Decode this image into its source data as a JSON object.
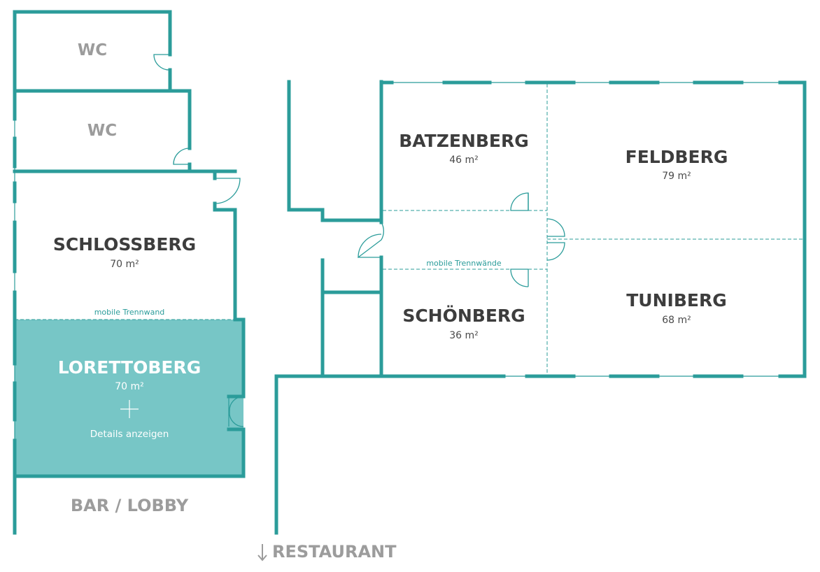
{
  "rooms": {
    "wc_top": {
      "name": "WC"
    },
    "wc_bottom": {
      "name": "WC"
    },
    "schlossberg": {
      "name": "SCHLOSSBERG",
      "area": "70 m²"
    },
    "lorettoberg": {
      "name": "LORETTOBERG",
      "area": "70 m²",
      "details": "Details anzeigen",
      "selected": true
    },
    "batzenberg": {
      "name": "BATZENBERG",
      "area": "46 m²"
    },
    "feldberg": {
      "name": "FELDBERG",
      "area": "79 m²"
    },
    "schoenberg": {
      "name": "SCHÖNBERG",
      "area": "36 m²"
    },
    "tuniberg": {
      "name": "TUNIBERG",
      "area": "68 m²"
    }
  },
  "hints": {
    "left_partition": "mobile Trennwand",
    "right_partitions": "mobile Trennwände"
  },
  "areas": {
    "bar_lobby": "BAR / LOBBY",
    "restaurant": "RESTAURANT"
  },
  "icons": {
    "expand": "plus-icon",
    "down": "arrow-down-icon"
  },
  "colors": {
    "wall": "#2b9c9a",
    "selected_fill": "#77c6c6",
    "text_dark": "#3d3d3d",
    "text_gray": "#9c9c9c"
  }
}
